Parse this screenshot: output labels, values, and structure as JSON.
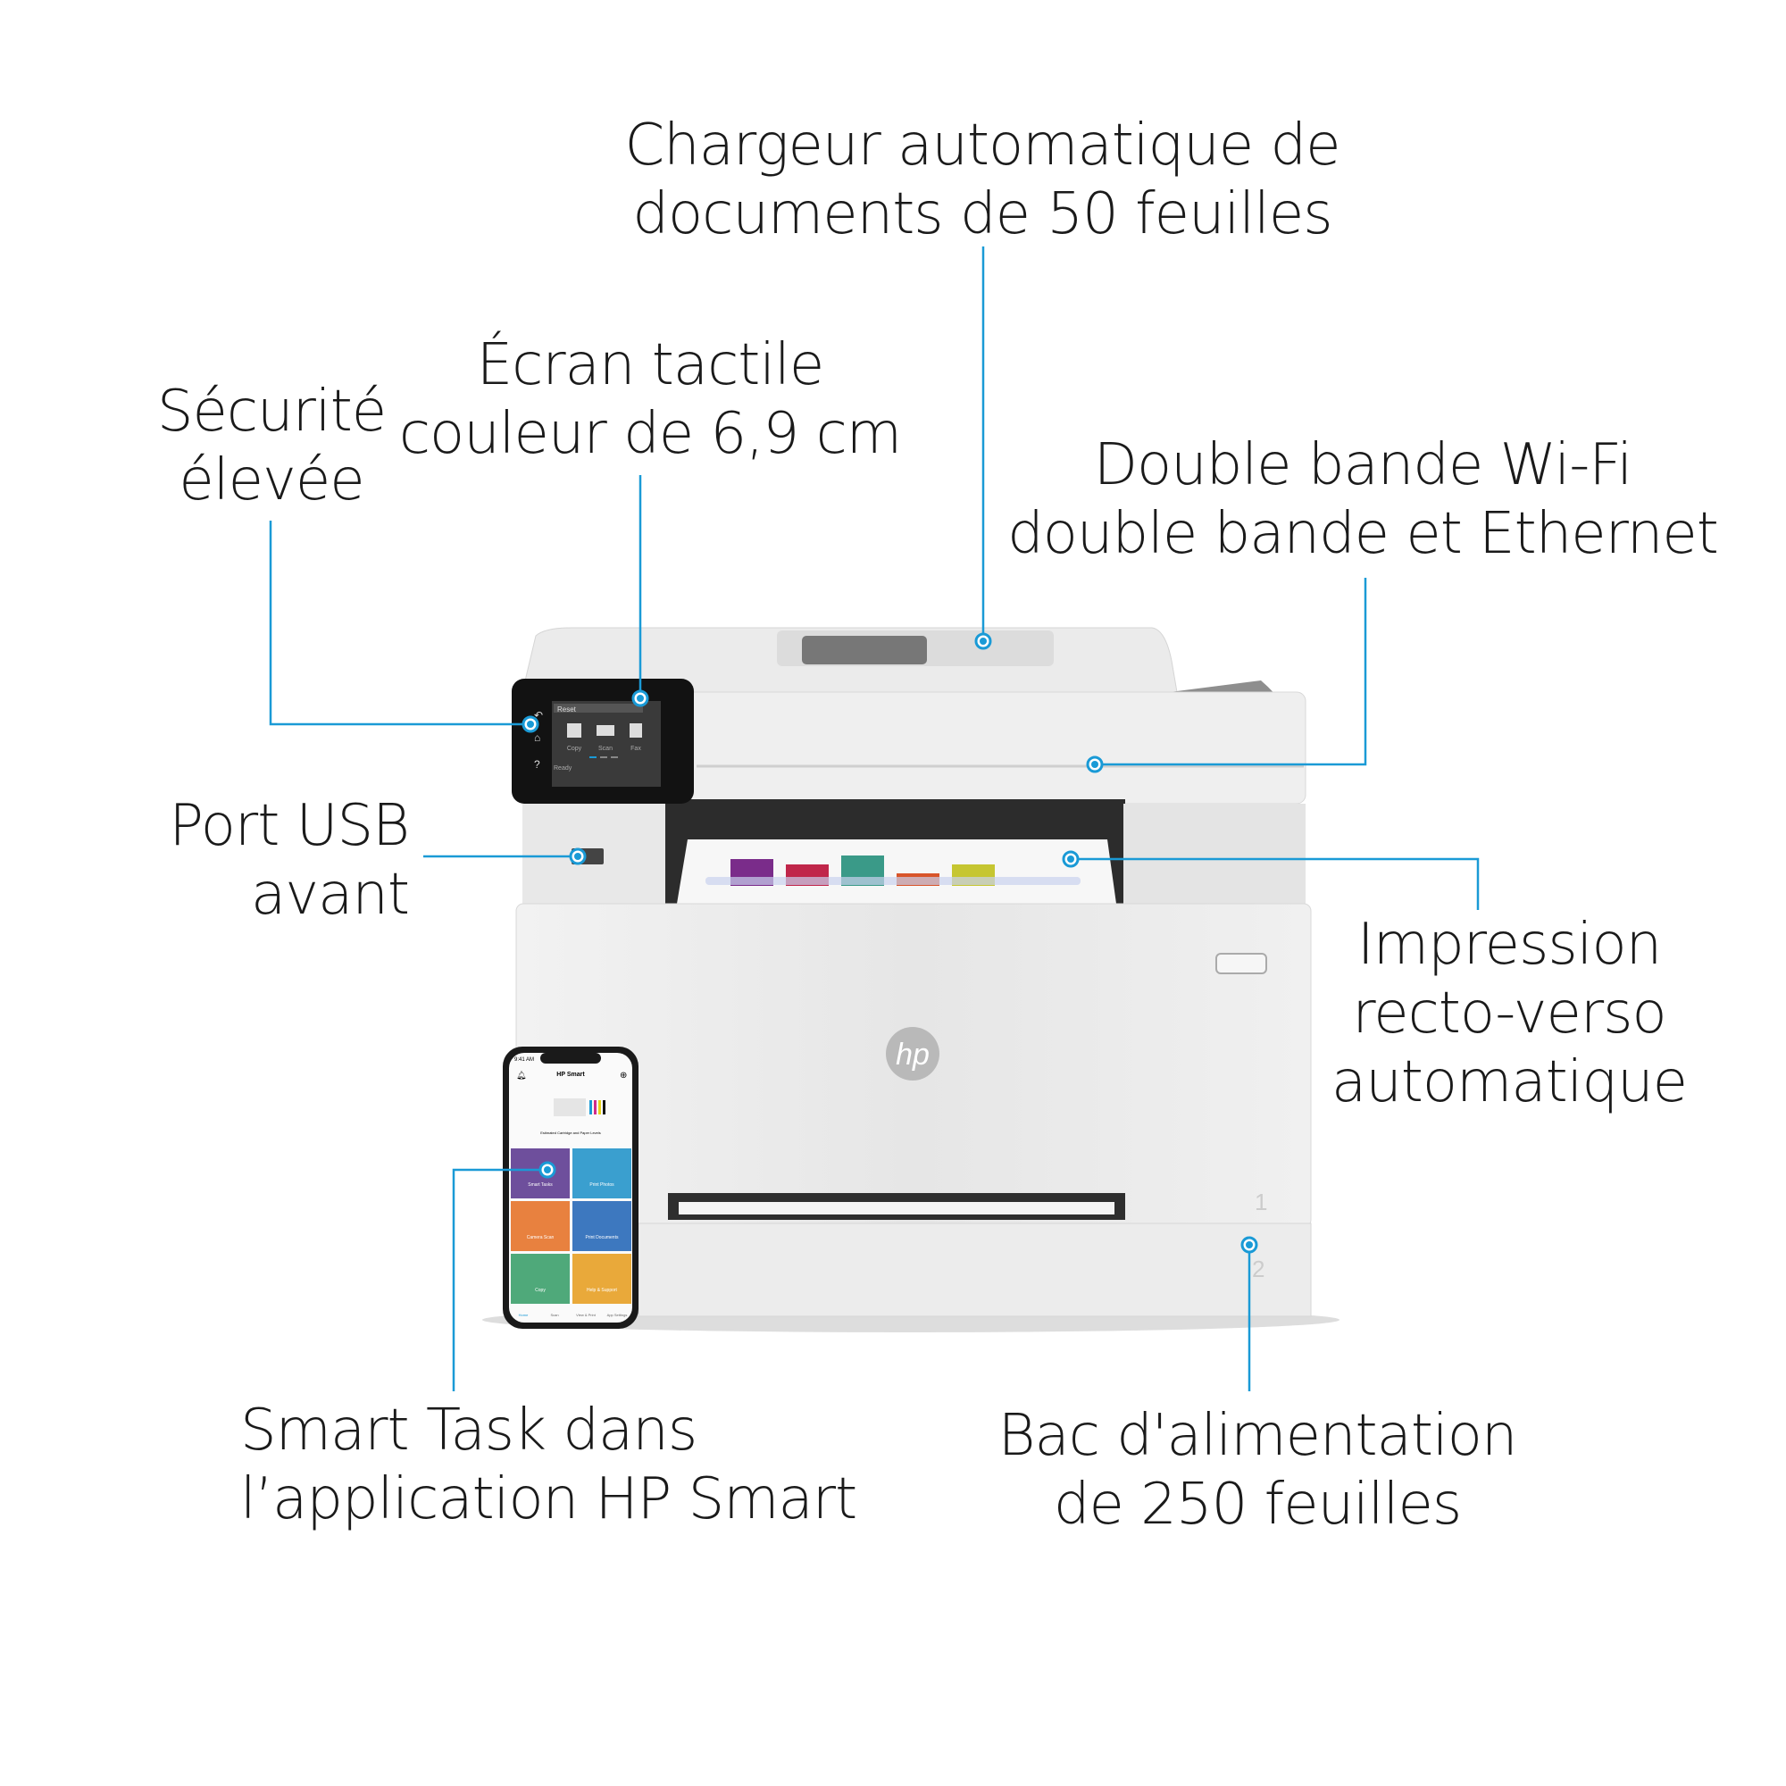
{
  "callouts": {
    "adf": {
      "line1": "Chargeur automatique de",
      "line2": "documents de 50 feuilles"
    },
    "touchscreen": {
      "line1": "Écran tactile",
      "line2": "couleur de 6,9 cm"
    },
    "security": {
      "line1": "Sécurité",
      "line2": "élevée"
    },
    "wifi": {
      "line1": "Double bande Wi-Fi",
      "line2": "double bande et Ethernet"
    },
    "usb": {
      "line1": "Port USB",
      "line2": "avant"
    },
    "duplex": {
      "line1": "Impression",
      "line2": "recto-verso",
      "line3": "automatique"
    },
    "smart_task": {
      "line1": "Smart Task dans",
      "line2": "l’application HP Smart"
    },
    "tray": {
      "line1": "Bac d'alimentation",
      "line2": "de 250 feuilles"
    }
  },
  "printer_screen": {
    "tab": "Reset",
    "items": [
      "Copy",
      "Scan",
      "Fax"
    ],
    "status": "Ready"
  },
  "tray_numbers": [
    "1",
    "2"
  ],
  "phone": {
    "time": "9:41 AM",
    "title": "HP Smart",
    "caption": "Estimated Cartridge and Paper Levels",
    "tiles": [
      {
        "label": "Smart Tasks",
        "color": "#6e4f9c"
      },
      {
        "label": "Print Photos",
        "color": "#3a9fcf"
      },
      {
        "label": "Camera Scan",
        "color": "#e8813f"
      },
      {
        "label": "Print Documents",
        "color": "#3d78bf"
      },
      {
        "label": "Copy",
        "color": "#4fa97a"
      },
      {
        "label": "Help & Support",
        "color": "#e9a93a"
      }
    ],
    "nav": [
      "Home",
      "Scan",
      "View & Print",
      "App Settings"
    ]
  },
  "colors": {
    "accent": "#1a9ad6",
    "text": "#1a1a1a"
  }
}
